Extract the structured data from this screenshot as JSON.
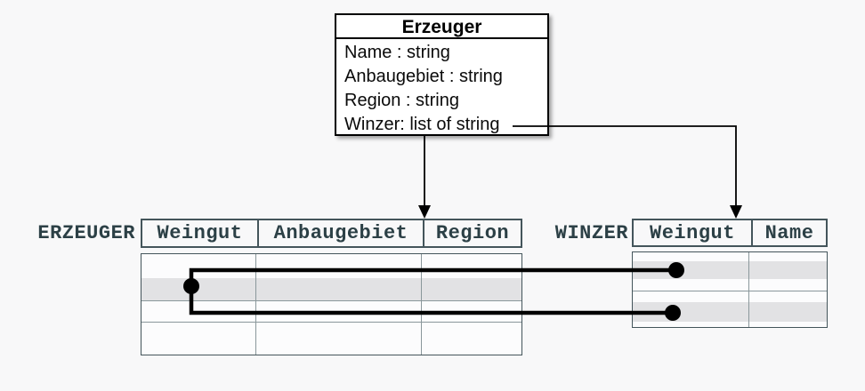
{
  "colors": {
    "page_bg": "#f8f8f9",
    "box_fill": "#ffffff",
    "box_border": "#000000",
    "connector": "#000000",
    "accent_text": "#2c4046",
    "table_border": "#44555b",
    "grid_line": "#8a979b",
    "row_highlight": "#e2e2e4"
  },
  "class_box": {
    "title": "Erzeuger",
    "attributes": [
      "Name : string",
      "Anbaugebiet : string",
      "Region : string",
      "Winzer: list of string"
    ]
  },
  "tables": {
    "erzeuger": {
      "label": "ERZEUGER",
      "columns": [
        "Weingut",
        "Anbaugebiet",
        "Region"
      ]
    },
    "winzer": {
      "label": "WINZER",
      "columns": [
        "Weingut",
        "Name"
      ]
    }
  }
}
